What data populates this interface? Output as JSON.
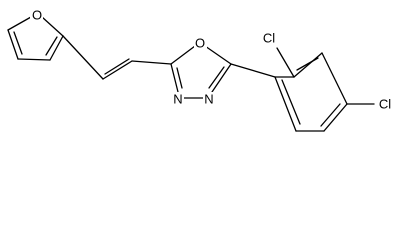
{
  "atoms": {
    "furan_oxygen": "O",
    "oxadiazole_oxygen": "O",
    "oxadiazole_n3": "N",
    "oxadiazole_n4": "N",
    "chlorine_ortho": "Cl",
    "chlorine_para": "Cl"
  },
  "colors": {
    "bond": "#000000",
    "label": "#000000",
    "background": "#ffffff"
  }
}
